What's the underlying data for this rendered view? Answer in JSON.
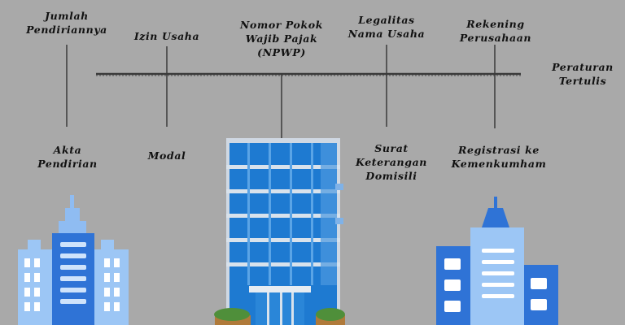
{
  "diagram": {
    "main_label": "Peraturan\nTertulis",
    "top_labels": [
      "Jumlah\nPendiriannya",
      "Izin Usaha",
      "Nomor Pokok\nWajib Pajak\n(NPWP)",
      "Legalitas\nNama Usaha",
      "Rekening\nPerusahaan"
    ],
    "bottom_labels": [
      "Akta\nPendirian",
      "Modal",
      "Surat\nKeterangan\nDomisili",
      "Registrasi ke\nKemenkumham"
    ]
  },
  "colors": {
    "background": "#a9a9a9",
    "spine": "#3a3a3a",
    "building_dark_blue": "#2f73d6",
    "building_light_blue": "#8fbcf2",
    "glass_blue": "#1e7ad1",
    "bush_green": "#4f8f3a"
  }
}
